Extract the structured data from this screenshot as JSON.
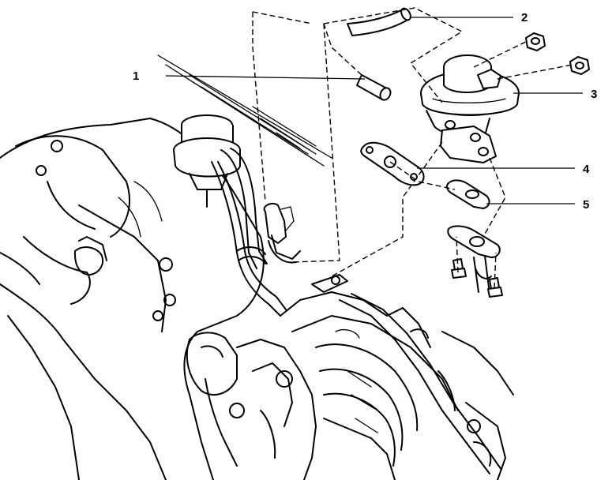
{
  "callouts": [
    {
      "label": "1"
    },
    {
      "label": "2"
    },
    {
      "label": "3"
    },
    {
      "label": "4"
    },
    {
      "label": "5"
    }
  ],
  "colors": {
    "ink": "#000000",
    "background": "#ffffff"
  }
}
